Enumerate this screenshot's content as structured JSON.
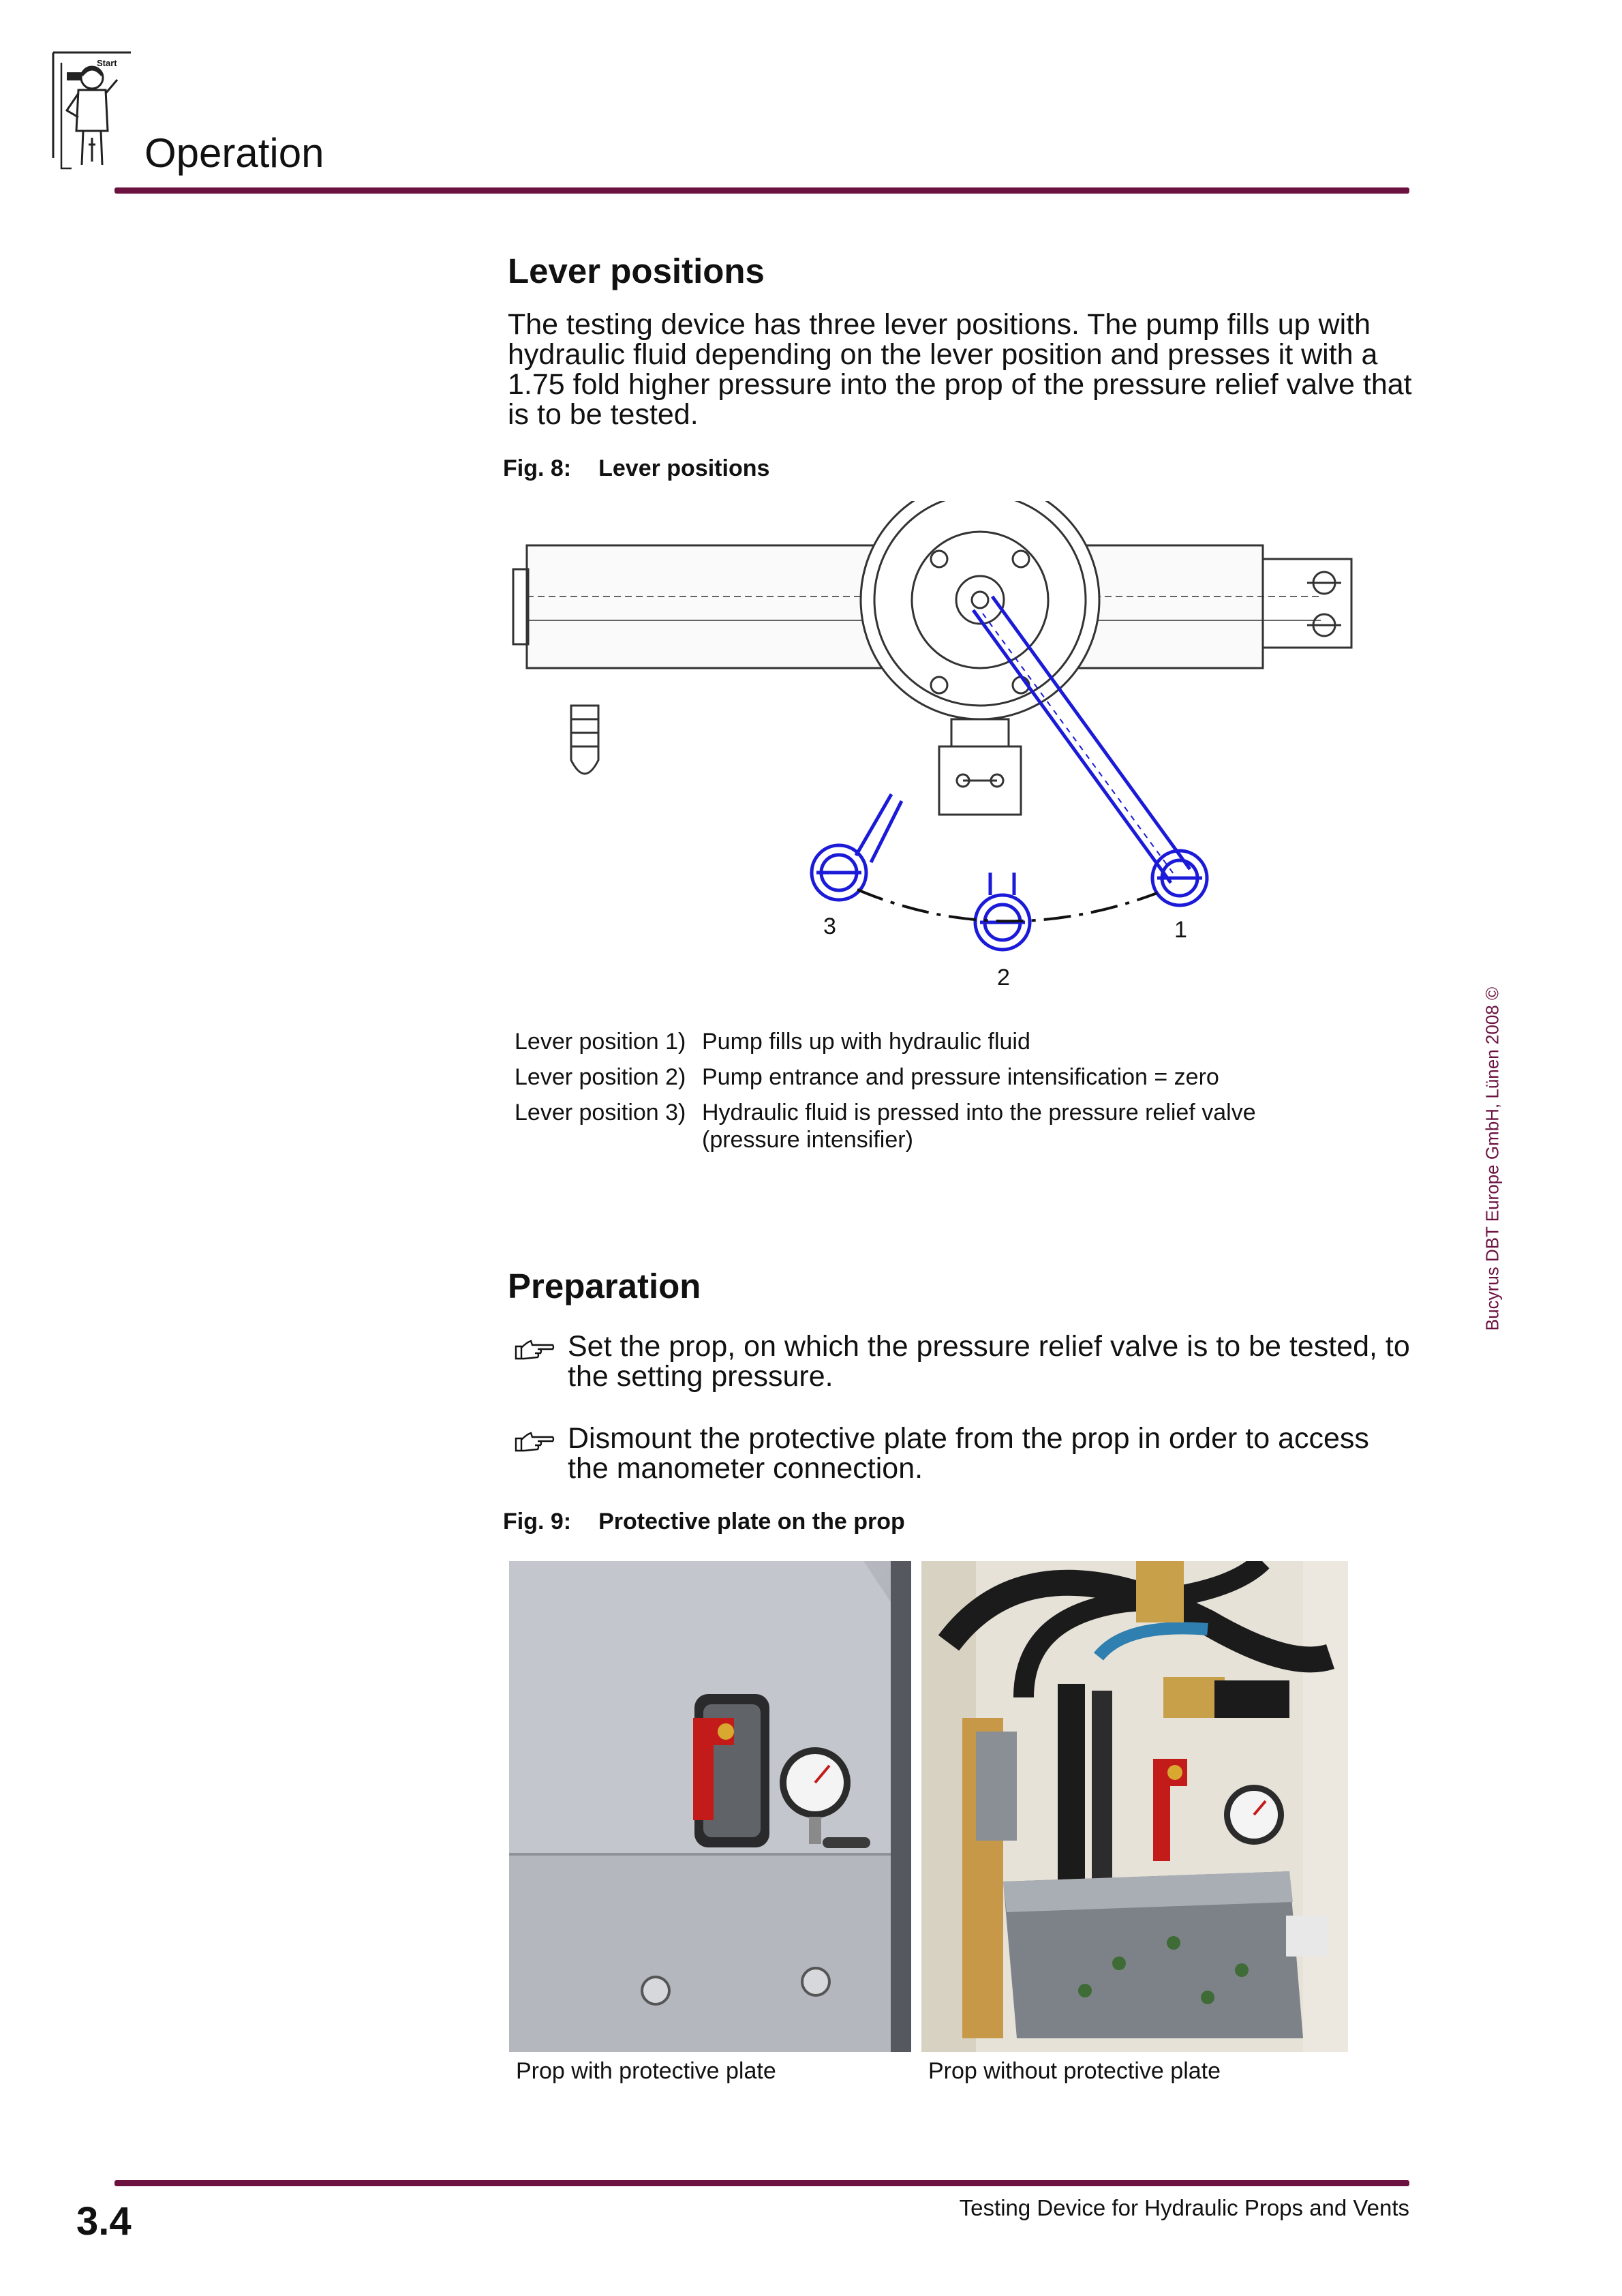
{
  "header": {
    "start_icon_label": "Start",
    "title": "Operation"
  },
  "lever_section": {
    "heading": "Lever positions",
    "intro": "The testing device has three lever positions. The pump fills up with hydraulic fluid depending on the lever position and presses it with a 1.75 fold higher pressure into the prop of the pressure relief valve that is to be tested.",
    "figure": {
      "number": "Fig. 8:",
      "caption": "Lever positions",
      "labels": [
        "3",
        "1",
        "2"
      ]
    },
    "positions": [
      {
        "key": "Lever position 1)",
        "text": "Pump fills up with hydraulic fluid"
      },
      {
        "key": "Lever position 2)",
        "text": "Pump entrance and pressure intensification = zero"
      },
      {
        "key": "Lever position 3)",
        "text": "Hydraulic fluid is pressed into the pressure relief valve (pressure intensifier)"
      }
    ]
  },
  "preparation_section": {
    "heading": "Preparation",
    "step_icon": "pointing-hand-icon",
    "steps": [
      "Set the prop, on which the pressure relief valve is to be tested, to the setting pressure.",
      "Dismount the protective plate from the prop in order to access the manometer connection."
    ],
    "figure": {
      "number": "Fig. 9:",
      "caption": "Protective plate on the prop",
      "photo_captions": [
        "Prop with protective plate",
        "Prop without protective plate"
      ]
    }
  },
  "side_note": "Bucyrus DBT Europe GmbH, Lünen 2008 ©",
  "footer": {
    "page_number": "3.4",
    "document_title": "Testing Device for Hydraulic Props and Vents"
  },
  "colors": {
    "rule": "#6b1240",
    "lever_drawing": "#1a1ad8",
    "valve_handle": "#cc1a1a"
  }
}
